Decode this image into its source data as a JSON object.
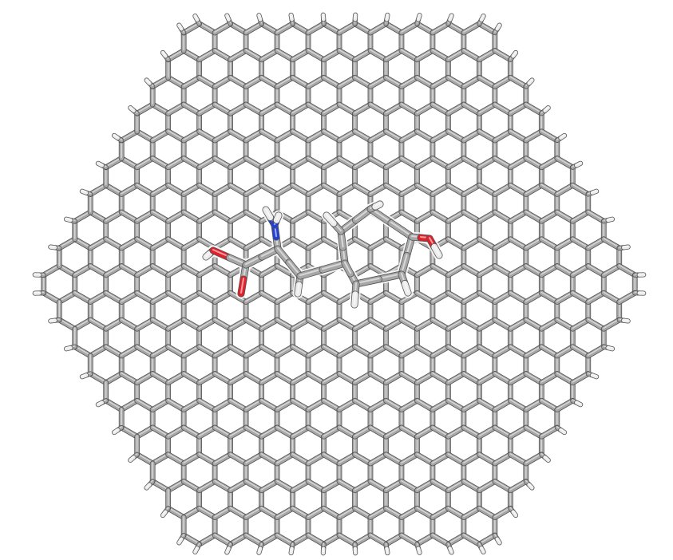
{
  "scene": {
    "subject": "molecule-on-graphene",
    "background_color": "#ffffff"
  },
  "colors": {
    "carbon": "#a7a7a7",
    "carbon_dark": "#5c5c5c",
    "hydrogen": "#ececec",
    "oxygen": "#e0202a",
    "nitrogen": "#1f3fd6"
  },
  "icons": {
    "graphene": "graphene-sheet",
    "molecule": "tyrosine-molecule"
  }
}
